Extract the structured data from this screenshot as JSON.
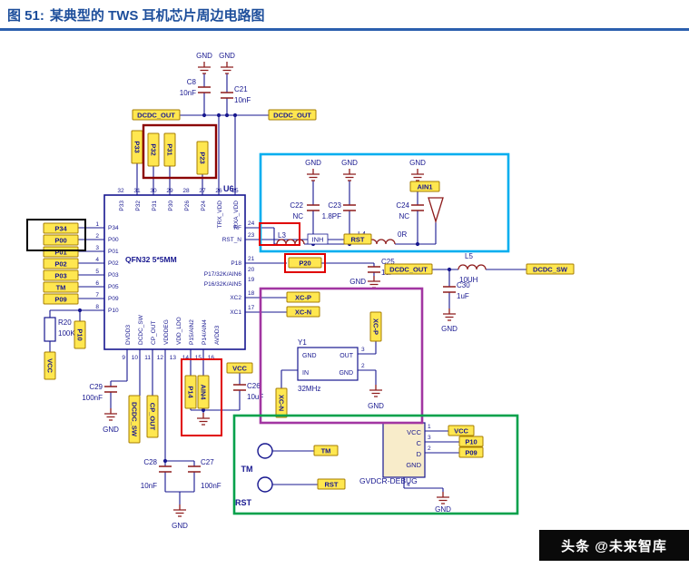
{
  "title": {
    "figure": "图 51:",
    "caption": "某典型的 TWS 耳机芯片周边电路图"
  },
  "watermark": "头条 @未来智库",
  "ic": {
    "designator": "U6",
    "part": "QFN32 5*5MM",
    "top": {
      "numbers": [
        "32",
        "31",
        "30",
        "29",
        "28",
        "27",
        "26",
        "25"
      ],
      "names": [
        "P33",
        "P32",
        "P31",
        "P30",
        "P26",
        "P24",
        "TRX_VDD",
        "RXA_VDD"
      ]
    },
    "left": {
      "numbers": [
        "1",
        "2",
        "3",
        "4",
        "5",
        "6",
        "7",
        "8"
      ],
      "names": [
        "P34",
        "P00",
        "P01",
        "P02",
        "P03",
        "P05",
        "P09",
        "P10"
      ]
    },
    "bottom": {
      "numbers": [
        "9",
        "10",
        "11",
        "12",
        "13",
        "14",
        "15",
        "16"
      ],
      "names": [
        "DVDD3",
        "DCDC_SW",
        "CP_OUT",
        "VDDDEG",
        "VDD_LDO",
        "P15/AIN2",
        "P14/AIN4",
        "AVDD3"
      ]
    },
    "right": {
      "numbers": [
        "24",
        "23",
        "21",
        "20",
        "19",
        "18",
        "17"
      ],
      "names": [
        "RF",
        "RST_N",
        "P18",
        "P17/32K/AIN6",
        "P16/32K/AIN5",
        "XC2",
        "XC1"
      ]
    }
  },
  "labels": {
    "dcdc_out": "DCDC_OUT",
    "dcdc_sw": "DCDC_SW",
    "cp_out": "CP_OUT",
    "gnd": "GND",
    "vcc": "VCC",
    "inh": "INH",
    "rst": "RST",
    "tm": "TM",
    "p33": "P33",
    "p32": "P32",
    "p31": "P31",
    "p23": "P23",
    "p34": "P34",
    "p00": "P00",
    "p01": "P01",
    "p02": "P02",
    "p03": "P03",
    "p09": "P09",
    "p10": "P10",
    "p14": "P14",
    "p20": "P20",
    "ain1": "AIN1",
    "ain4": "AIN4",
    "xc_p": "XC-P",
    "xc_n": "XC-N"
  },
  "components": {
    "c8": {
      "ref": "C8",
      "value": "10nF"
    },
    "c21": {
      "ref": "C21",
      "value": "10nF"
    },
    "c22": {
      "ref": "C22",
      "value": "NC"
    },
    "c23": {
      "ref": "C23",
      "value": "1.8PF"
    },
    "c24": {
      "ref": "C24",
      "value": "NC"
    },
    "c25": {
      "ref": "C25",
      "value": "1uF"
    },
    "c26": {
      "ref": "C26",
      "value": "10uF"
    },
    "c27": {
      "ref": "C27",
      "value": "100nF"
    },
    "c28": {
      "ref": "C28",
      "value": "10nF"
    },
    "c29": {
      "ref": "C29",
      "value": "100nF"
    },
    "c30": {
      "ref": "C30",
      "value": "1uF"
    },
    "r20": {
      "ref": "R20",
      "value": "100K"
    },
    "l3": {
      "ref": "L3",
      "value": ""
    },
    "l4": {
      "ref": "L4",
      "value": "0R"
    },
    "l5": {
      "ref": "L5",
      "value": "10UH"
    },
    "y1": {
      "ref": "Y1",
      "value": "32MHz",
      "pads": [
        "GND",
        "OUT",
        "IN",
        "GND"
      ],
      "pin_numbers": [
        "3",
        "2"
      ]
    },
    "u_debug": {
      "name": "GVDCR-DEBUG",
      "pads": [
        "VCC",
        "C",
        "D",
        "GND"
      ],
      "pin_numbers": [
        "1",
        "3",
        "2",
        "4"
      ]
    }
  },
  "colors": {
    "title_blue": "#1d4e9b",
    "wire_navy": "#17178f",
    "component_red": "#8e1c1c",
    "label_yellow": "#ffe750",
    "highlight_cyan": "#00AEEF",
    "highlight_purple": "#A236A2",
    "highlight_green": "#00A14B",
    "highlight_red": "#E00000",
    "highlight_dark_red": "#8B0000",
    "highlight_black": "#000000"
  }
}
